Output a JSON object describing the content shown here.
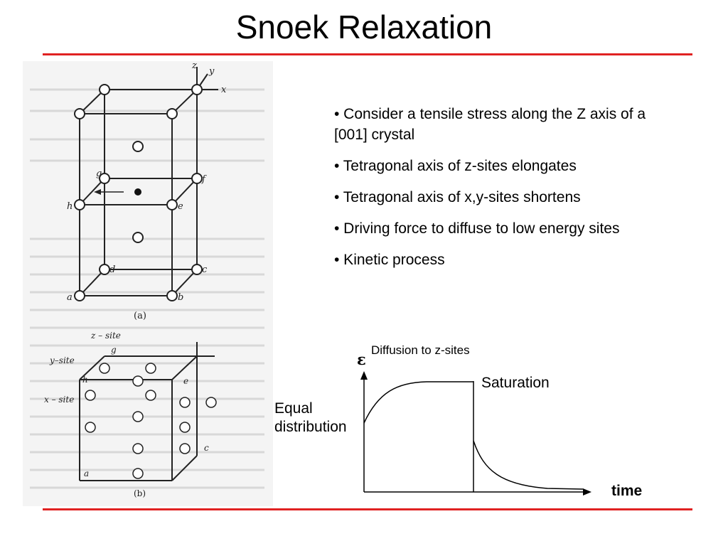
{
  "slide": {
    "title": "Snoek Relaxation",
    "accent_color": "#e02222"
  },
  "bullets": [
    "• Consider a tensile stress along the Z axis of a [001] crystal",
    "• Tetragonal axis of z-sites elongates",
    "• Tetragonal axis of x,y-sites shortens",
    "• Driving force to diffuse to low energy sites",
    "• Kinetic process"
  ],
  "figure": {
    "panel_a": {
      "caption": "(a)",
      "axis_labels": [
        "z",
        "y",
        "x"
      ],
      "corner_labels": [
        "a",
        "b",
        "c",
        "d",
        "e",
        "f",
        "g",
        "h"
      ]
    },
    "panel_b": {
      "caption": "(b)",
      "site_labels": [
        "z – site",
        "y–site",
        "x – site"
      ],
      "corner_labels": [
        "a",
        "c",
        "e",
        "g",
        "h"
      ]
    }
  },
  "graph": {
    "y_symbol": "ε",
    "y_annotation": "Diffusion to z-sites",
    "left_annotation": "Equal distribution",
    "plateau_annotation": "Saturation",
    "x_label": "time"
  }
}
